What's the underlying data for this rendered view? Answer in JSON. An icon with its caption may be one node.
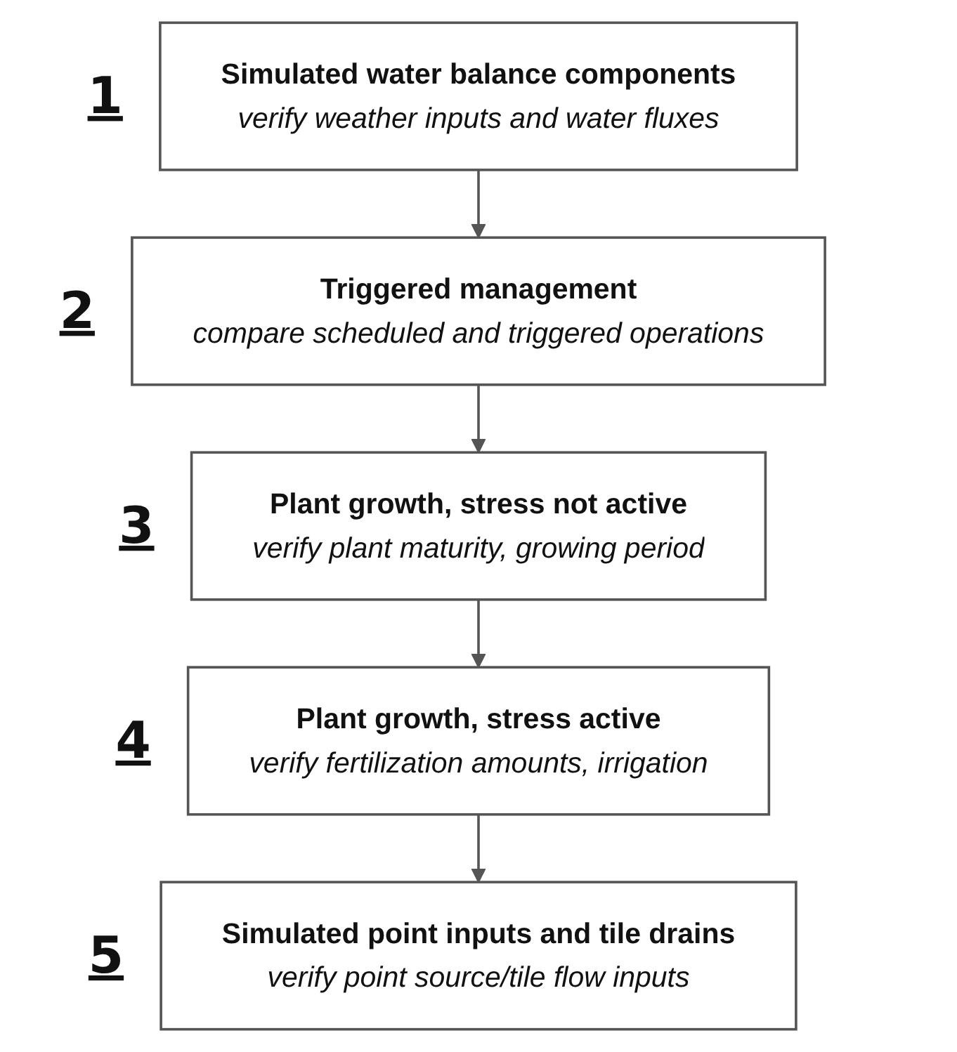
{
  "diagram": {
    "nodes": [
      {
        "text": [
          "Simulated water balance components",
          "verify weather inputs and water fluxes"
        ],
        "beside": [
          "1"
        ]
      },
      {
        "text": [
          "Triggered management",
          "compare scheduled and triggered operations"
        ],
        "beside": [
          "2"
        ]
      },
      {
        "text": [
          "Plant growth, stress not active",
          "verify plant maturity, growing period"
        ],
        "beside": [
          "3"
        ]
      },
      {
        "text": [
          "Plant growth, stress active",
          "verify fertilization amounts, irrigation"
        ],
        "beside": [
          "4"
        ]
      },
      {
        "text": [
          "Simulated point inputs and tile drains",
          "verify point source/tile flow inputs"
        ],
        "beside": [
          "5"
        ]
      }
    ],
    "edges": [
      {
        "from": 0,
        "to": 1,
        "arrow": "to"
      },
      {
        "from": 1,
        "to": 2,
        "arrow": "to"
      },
      {
        "from": 2,
        "to": 3,
        "arrow": "to"
      },
      {
        "from": 3,
        "to": 4,
        "arrow": "to"
      }
    ]
  }
}
